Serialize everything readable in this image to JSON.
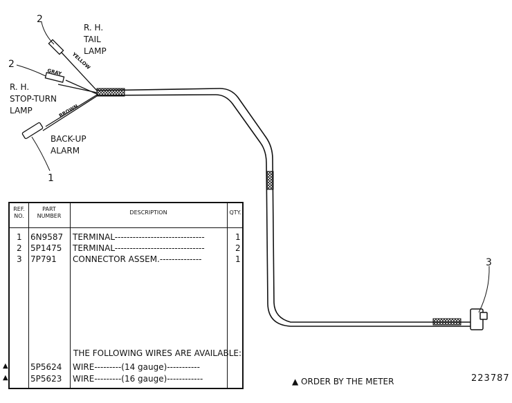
{
  "labels": {
    "tail_lamp": [
      "R. H.",
      "TAIL",
      "LAMP"
    ],
    "stop_turn_lamp": [
      "R. H.",
      "STOP-TURN",
      "LAMP"
    ],
    "backup_alarm": [
      "BACK-UP",
      "ALARM"
    ],
    "wire_yellow": "YELLOW",
    "wire_gray": "GRAY",
    "wire_brown": "BROWN",
    "callout_2a": "2",
    "callout_2b": "2",
    "callout_1": "1",
    "callout_3": "3"
  },
  "table": {
    "headers": {
      "ref": [
        "REF.",
        "NO."
      ],
      "part": [
        "PART",
        "NUMBER"
      ],
      "desc": "DESCRIPTION",
      "qty": "QTY."
    },
    "rows": [
      {
        "ref": "1",
        "part": "6N9587",
        "desc": "TERMINAL------------------------------",
        "qty": "1"
      },
      {
        "ref": "2",
        "part": "5P1475",
        "desc": "TERMINAL------------------------------",
        "qty": "2"
      },
      {
        "ref": "3",
        "part": "7P791",
        "desc": "CONNECTOR ASSEM.--------------",
        "qty": "1"
      }
    ],
    "note": "THE FOLLOWING WIRES ARE AVAILABLE:",
    "wires": [
      {
        "mark": "▲",
        "part": "5P5624",
        "desc": "WIRE---------(14 gauge)-----------"
      },
      {
        "mark": "▲",
        "part": "5P5623",
        "desc": "WIRE---------(16 gauge)------------"
      }
    ]
  },
  "order_note": "▲ ORDER BY THE METER",
  "drawing_number": "223787"
}
